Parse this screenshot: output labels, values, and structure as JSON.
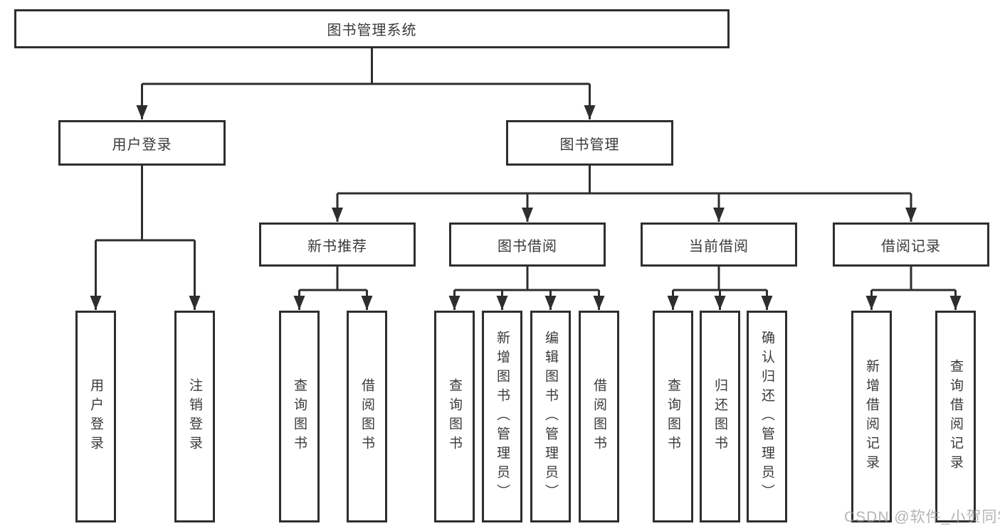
{
  "tree": {
    "root": {
      "label": "图书管理系统"
    },
    "children": [
      {
        "label": "用户登录",
        "children": [
          {
            "label": "用户登录"
          },
          {
            "label": "注销登录"
          }
        ]
      },
      {
        "label": "图书管理",
        "children": [
          {
            "label": "新书推荐",
            "children": [
              {
                "label": "查询图书"
              },
              {
                "label": "借阅图书"
              }
            ]
          },
          {
            "label": "图书借阅",
            "children": [
              {
                "label": "查询图书"
              },
              {
                "label": "新增图书（管理员）"
              },
              {
                "label": "编辑图书（管理员）"
              },
              {
                "label": "借阅图书"
              }
            ]
          },
          {
            "label": "当前借阅",
            "children": [
              {
                "label": "查询图书"
              },
              {
                "label": "归还图书"
              },
              {
                "label": "确认归还（管理员）"
              }
            ]
          },
          {
            "label": "借阅记录",
            "children": [
              {
                "label": "新增借阅记录"
              },
              {
                "label": "查询借阅记录"
              }
            ]
          }
        ]
      }
    ]
  },
  "watermark": "CSDN @软件_小贺同学",
  "colors": {
    "line": "#2e2e2e",
    "text": "#3a3a3a",
    "background": "#ffffff",
    "watermark": "#9b9b9b"
  }
}
